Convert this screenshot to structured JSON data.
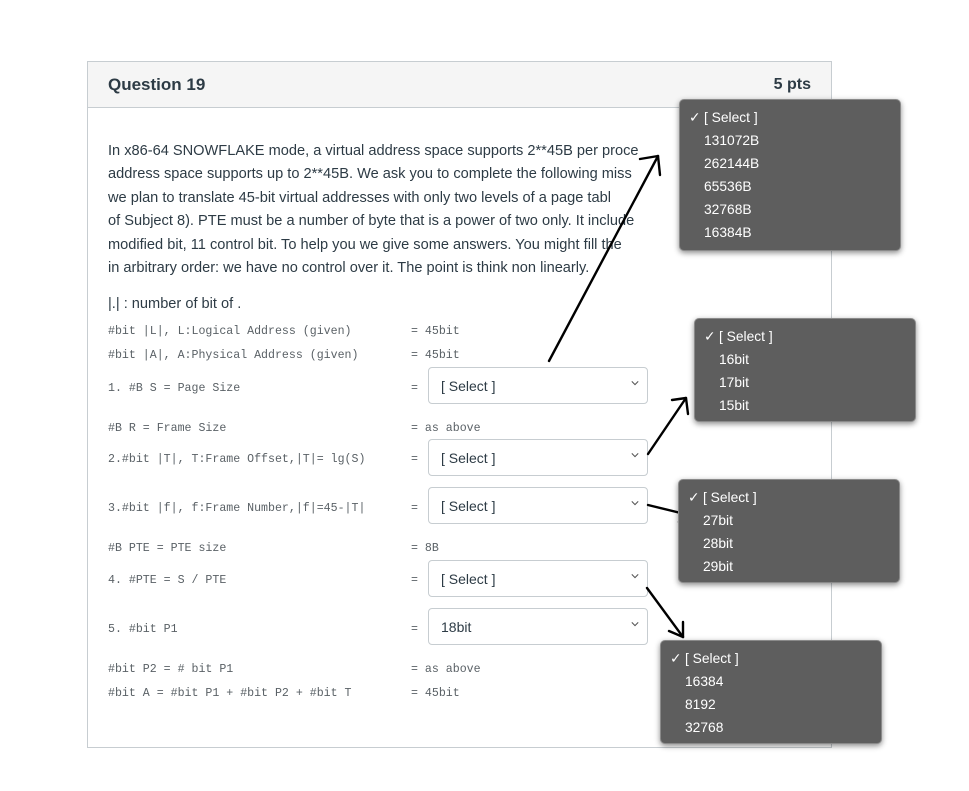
{
  "question": {
    "title": "Question 19",
    "points": "5 pts",
    "paragraph_lines": [
      "In x86-64 SNOWFLAKE mode, a virtual address space supports 2**45B per proce",
      "address space supports up to 2**45B. We ask you to complete the following miss",
      "we plan to translate 45-bit virtual addresses with only two levels of a page tabl",
      "of Subject 8). PTE must be a number of byte that is a power of two only. It include",
      "modified bit, 11 control bit. To help you we give some answers. You might fill the",
      "in arbitrary order: we have no control over it. The point is think non linearly."
    ],
    "note": "|.| : number of bit of ."
  },
  "rows": {
    "r1": {
      "label": "#bit |L|, L:Logical Address (given)",
      "eq": "= 45bit"
    },
    "r2": {
      "label": "#bit |A|, A:Physical Address (given)",
      "eq": "= 45bit"
    },
    "r3": {
      "label": "1. #B S = Page Size",
      "eq": "=",
      "select": "[ Select ]"
    },
    "r4": {
      "label": "#B R = Frame Size",
      "eq": "= as above"
    },
    "r5": {
      "label": "2.#bit |T|, T:Frame Offset,|T|= lg(S)",
      "eq": "=",
      "select": "[ Select ]"
    },
    "r6": {
      "label": "3.#bit |f|, f:Frame Number,|f|=45-|T|",
      "eq": "=",
      "select": "[ Select ]"
    },
    "r7": {
      "label": "#B PTE = PTE size",
      "eq": "= 8B"
    },
    "r8": {
      "label": "4. #PTE = S / PTE",
      "eq": "=",
      "select": "[ Select ]"
    },
    "r9": {
      "label": "5. #bit P1",
      "eq": "=",
      "select": "18bit"
    },
    "r10": {
      "label": "#bit P2 = # bit P1",
      "eq": "= as above"
    },
    "r11": {
      "label": "#bit A = #bit P1 + #bit P2 + #bit T",
      "eq": "= 45bit"
    }
  },
  "popups": {
    "page_size": {
      "selected_mark": "✓",
      "options": [
        "[ Select ]",
        "131072B",
        "262144B",
        "65536B",
        "32768B",
        "16384B"
      ]
    },
    "frame_offset": {
      "selected_mark": "✓",
      "options": [
        "[ Select ]",
        "16bit",
        "17bit",
        "15bit"
      ]
    },
    "frame_number": {
      "selected_mark": "✓",
      "options": [
        "[ Select ]",
        "27bit",
        "28bit",
        "29bit"
      ]
    },
    "num_pte": {
      "selected_mark": "✓",
      "options": [
        "[ Select ]",
        "16384",
        "8192",
        "32768"
      ]
    }
  },
  "colors": {
    "popup_bg": "#5e5e5e",
    "header_bg": "#f5f5f5",
    "border": "#c7cdd1",
    "arrow": "#000000"
  }
}
